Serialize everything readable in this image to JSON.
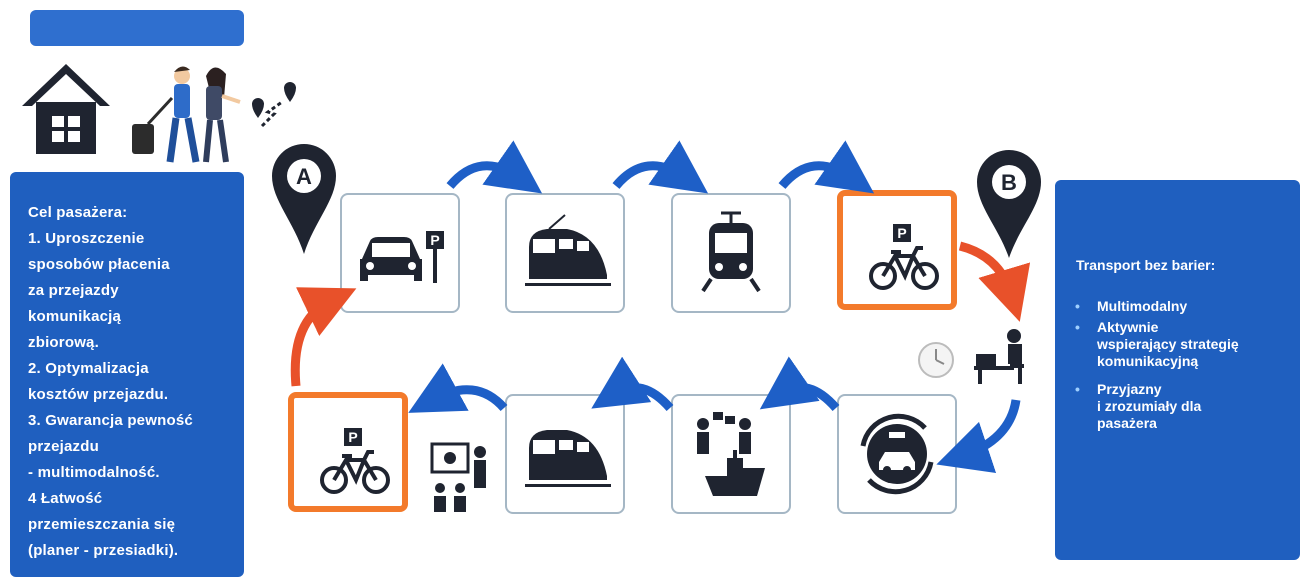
{
  "top_bar": {
    "label": ""
  },
  "left_panel": {
    "lines": [
      "Cel pasażera:",
      "1. Uproszczenie",
      "sposobów płacenia",
      "za przejazdy",
      "komunikacją",
      "zbiorową.",
      "2. Optymalizacja",
      "kosztów przejazdu.",
      "3. Gwarancja pewność",
      "przejazdu",
      "- multimodalność.",
      "4 Łatwość",
      "przemieszczania się",
      "(planer - przesiadki)."
    ]
  },
  "right_panel": {
    "title": "Transport bez barier:",
    "bullets": [
      "Multimodalny",
      "Aktywnie\nwspierający strategię\nkomunikacyjną",
      "Przyjazny\ni zrozumiały dla\npasażera"
    ]
  },
  "markers": {
    "a": "A",
    "b": "B"
  },
  "tile_icons": {
    "top": [
      "car-parking-icon",
      "train-icon",
      "tram-icon",
      "bike-parking-icon"
    ],
    "bottom": [
      "bike-parking-icon",
      "train-icon",
      "ferry-meeting-icon",
      "car-service-icon"
    ]
  },
  "colors": {
    "panel": "#1f5fbf",
    "highlight": "#f37a2b",
    "arrow_blue": "#1e5fc7",
    "arrow_red": "#e8512a"
  }
}
